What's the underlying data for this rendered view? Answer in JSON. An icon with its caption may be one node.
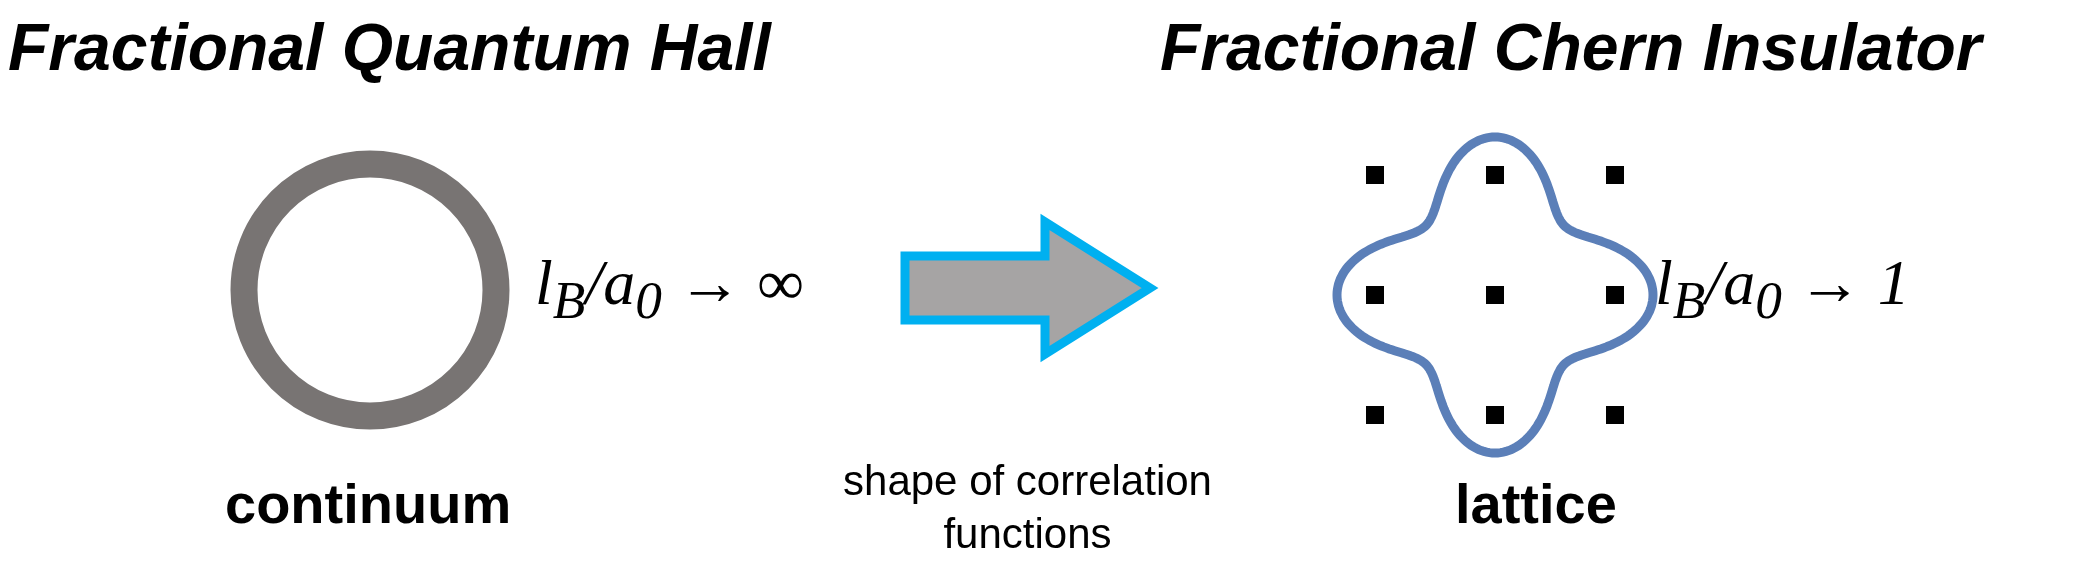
{
  "diagram": {
    "nodes": [
      {
        "text": [
          "Fractional Quantum Hall",
          "l$_{B}$/a$_{0}$ → ∞",
          "continuum"
        ]
      },
      {
        "text": [
          "Fractional Chern Insulator",
          "l$_{B}$/a$_{0}$ → 1",
          "lattice"
        ]
      }
    ],
    "edges": [
      {
        "from": 0,
        "to": 1,
        "arrow": "to",
        "label": "shape of correlation functions",
        "style": "thick",
        "color": "#00b0f0"
      }
    ]
  }
}
